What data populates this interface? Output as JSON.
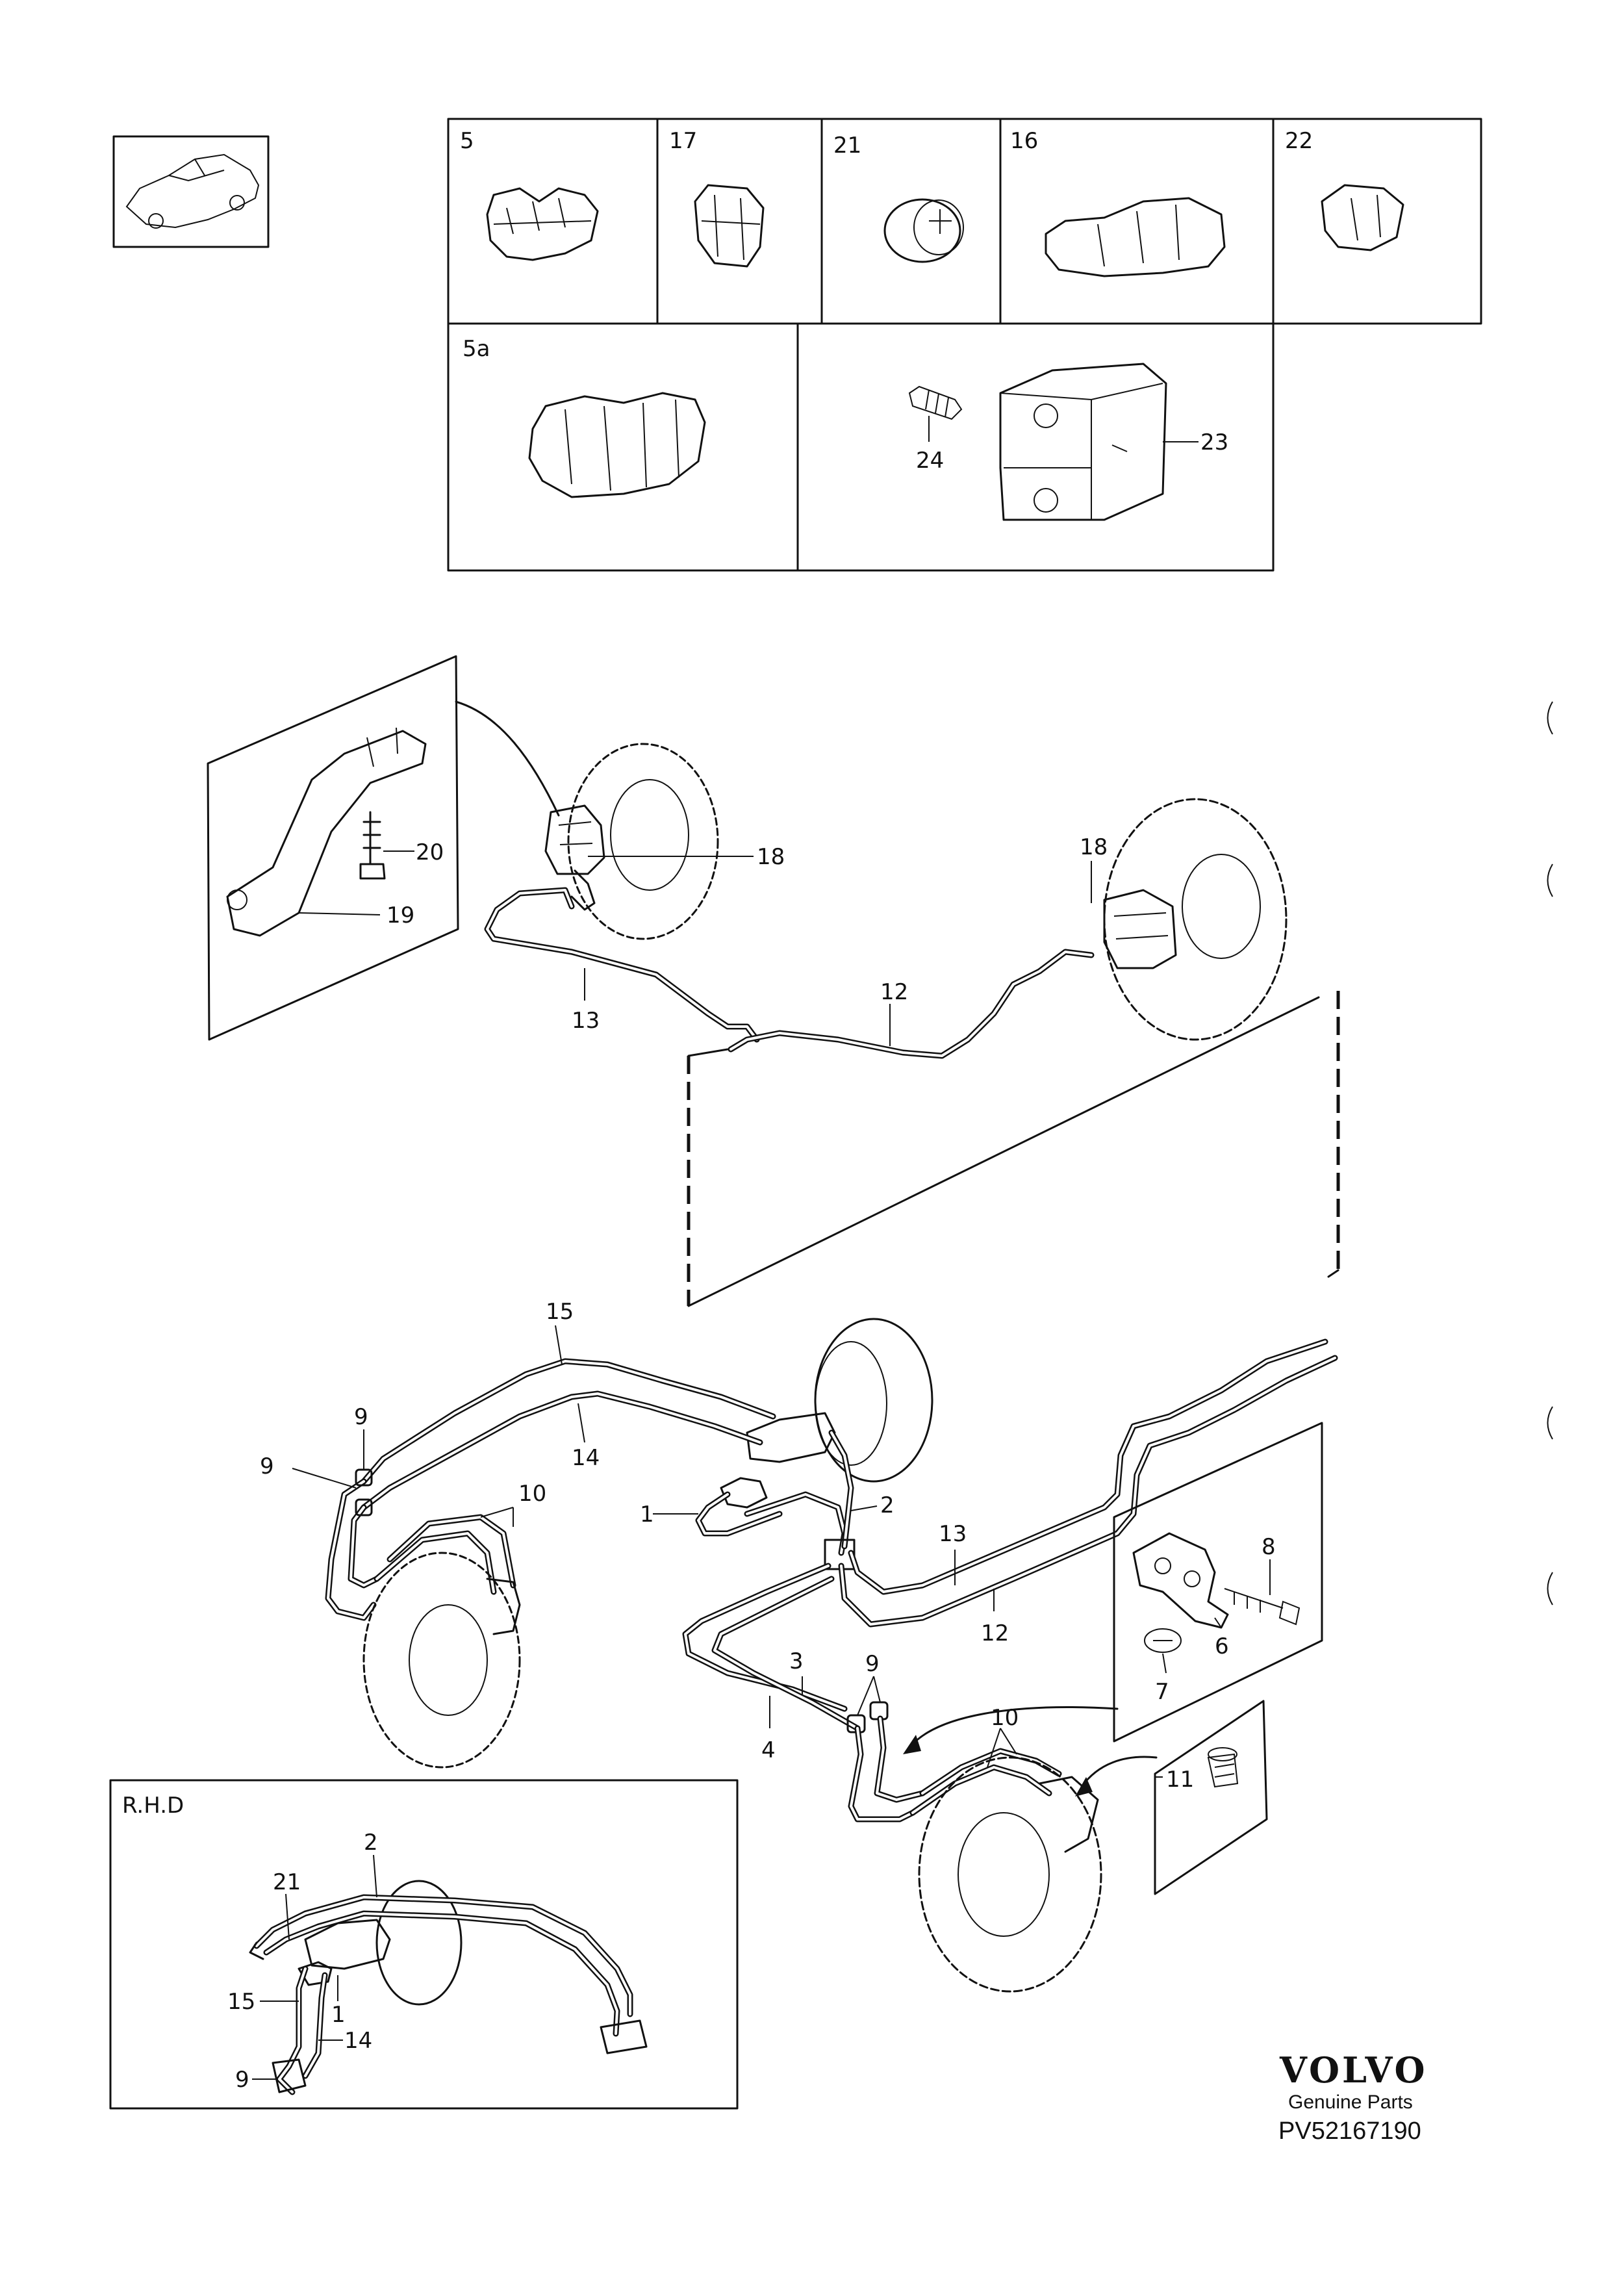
{
  "parts_boxes": [
    {
      "id": "box-5",
      "label": "5"
    },
    {
      "id": "box-17",
      "label": "17"
    },
    {
      "id": "box-21",
      "label": "21"
    },
    {
      "id": "box-16",
      "label": "16"
    },
    {
      "id": "box-22",
      "label": "22"
    },
    {
      "id": "box-5a",
      "label": "5a"
    }
  ],
  "clamp_box": {
    "bolt_label": "24",
    "block_label": "23"
  },
  "front_left_inset": {
    "bolt_label": "20",
    "bracket_label": "19"
  },
  "callouts": {
    "c18a": "18",
    "c18b": "18",
    "c13a": "13",
    "c12a": "12",
    "c15": "15",
    "c14": "14",
    "c9a": "9",
    "c9b": "9",
    "c10a": "10",
    "c1": "1",
    "c2": "2",
    "c13b": "13",
    "c12b": "12",
    "c3": "3",
    "c4": "4",
    "c9c": "9",
    "c10b": "10",
    "c8": "8",
    "c6": "6",
    "c7": "7",
    "c11": "11"
  },
  "rhd_inset": {
    "title": "R.H.D",
    "c2": "2",
    "c21": "21",
    "c15": "15",
    "c1": "1",
    "c14": "14",
    "c9": "9"
  },
  "brand": {
    "logo": "VOLVO",
    "tagline": "Genuine Parts",
    "part_code": "PV52167190"
  }
}
